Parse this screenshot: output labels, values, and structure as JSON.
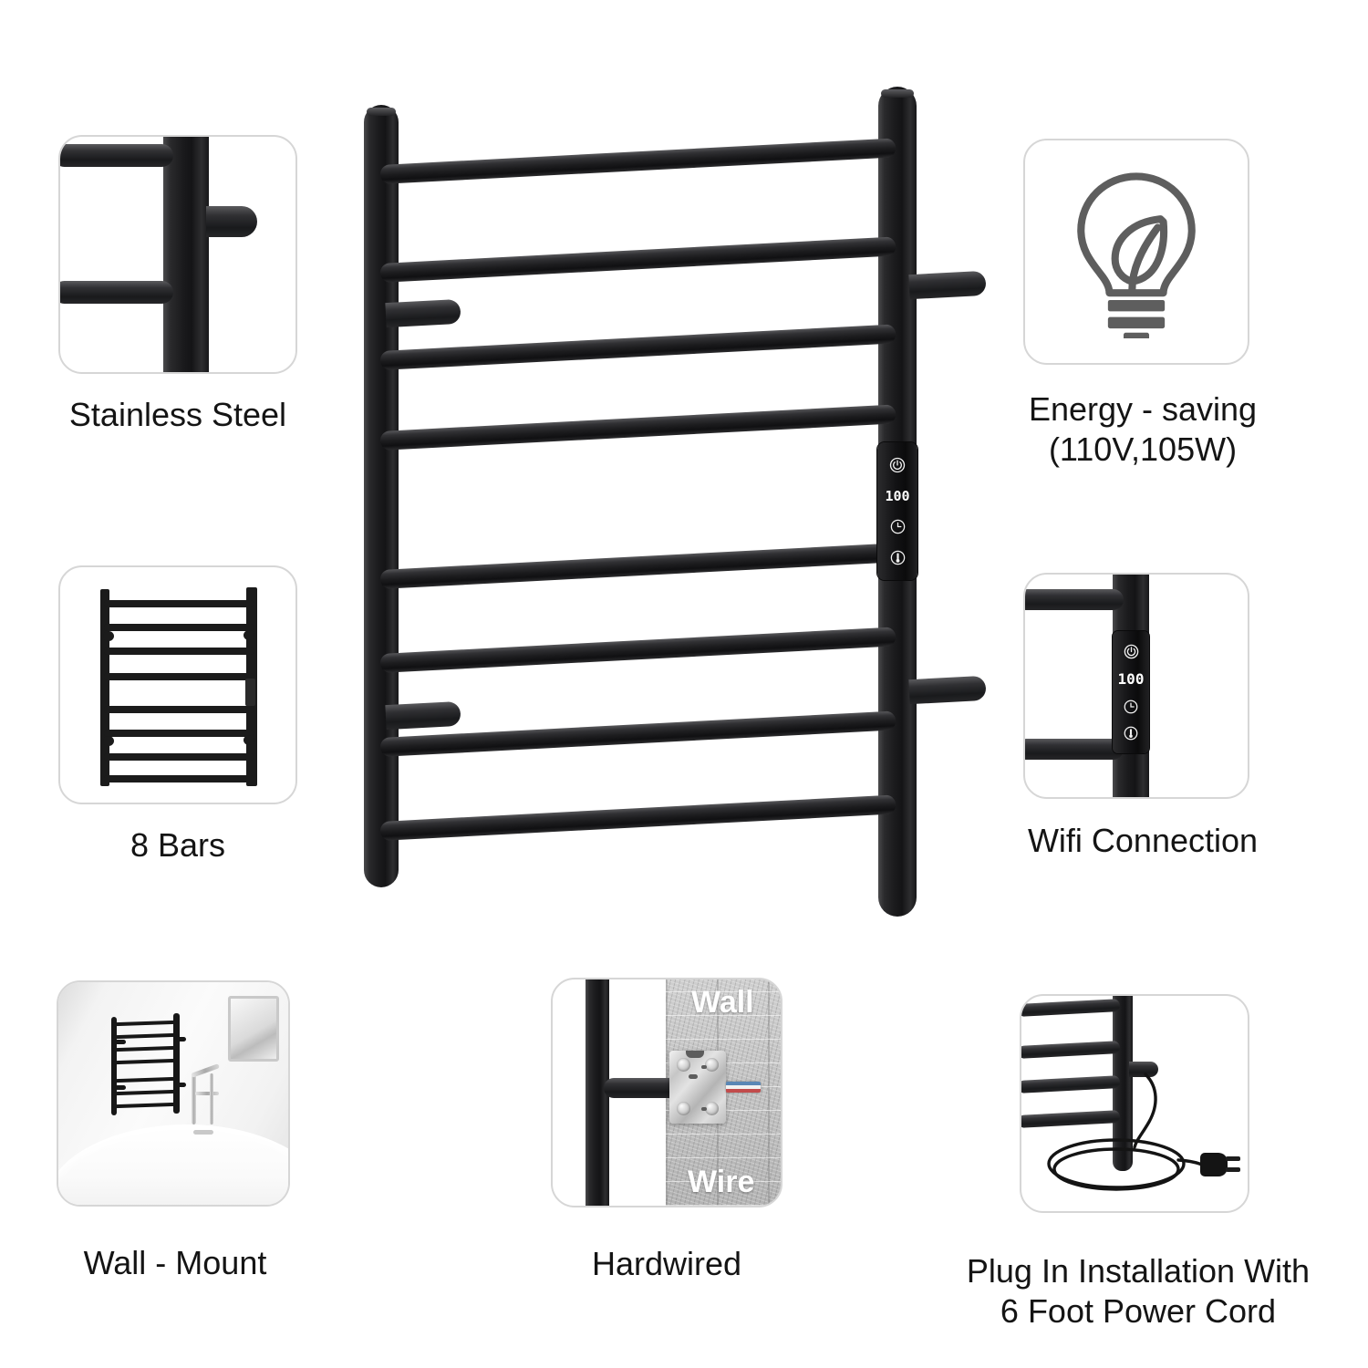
{
  "page": {
    "background_color": "#ffffff",
    "product": "Electric Towel Warmer Rack",
    "card_border_color": "#d6d6d6",
    "caption_color": "#141414",
    "metal_color": "#1a1a1c",
    "icon_gray": "#5e5e5e"
  },
  "main_product": {
    "name": "towel-warmer-rack",
    "bar_count": 8,
    "bracket_count": 4,
    "control_panel": {
      "power_icon": "power-icon",
      "display_value": "100",
      "timer_icon": "clock-icon",
      "temperature_icon": "temperature-icon"
    }
  },
  "features": [
    {
      "id": "stainless-steel",
      "caption": "Stainless Steel",
      "icon": "rail-closeup-icon"
    },
    {
      "id": "eight-bars",
      "caption": "8 Bars",
      "icon": "towel-rack-icon"
    },
    {
      "id": "energy-saving",
      "caption": "Energy - saving\n(110V,105W)",
      "icon": "lightbulb-leaf-icon"
    },
    {
      "id": "wifi-connection",
      "caption": "Wifi Connection",
      "icon": "control-panel-icon",
      "panel": {
        "power_icon": "power-icon",
        "display_value": "100",
        "timer_icon": "clock-icon",
        "temperature_icon": "temperature-icon"
      }
    },
    {
      "id": "wall-mount",
      "caption": "Wall - Mount",
      "icon": "bathroom-scene-icon"
    },
    {
      "id": "hardwired",
      "caption": "Hardwired",
      "icon": "mounting-plate-icon",
      "labels": {
        "wall": "Wall",
        "wire": "Wire"
      }
    },
    {
      "id": "plug-in",
      "caption": "Plug In Installation With\n6 Foot Power Cord",
      "icon": "power-cord-icon"
    }
  ]
}
